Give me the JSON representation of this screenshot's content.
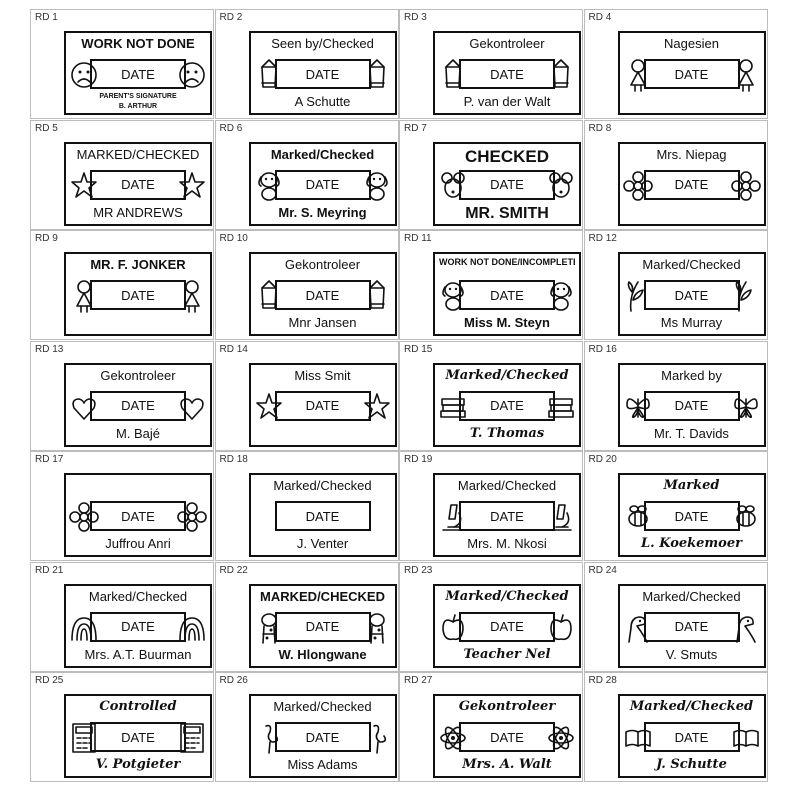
{
  "date_label": "DATE",
  "stamps": [
    {
      "id": "RD 1",
      "top": "WORK NOT DONE",
      "bottom": "PARENT'S SIGNATURE",
      "extra": "B. ARTHUR",
      "style": "bold",
      "deco": "sad-face-icon"
    },
    {
      "id": "RD 2",
      "top": "Seen by/Checked",
      "bottom": "A Schutte",
      "extra": "",
      "style": "plain",
      "deco": "pencil-icon"
    },
    {
      "id": "RD 3",
      "top": "Gekontroleer",
      "bottom": "P. van der Walt",
      "extra": "",
      "style": "plain",
      "deco": "pencil-icon"
    },
    {
      "id": "RD 4",
      "top": "Nagesien",
      "bottom": "",
      "extra": "",
      "style": "plain",
      "deco": "girl-icon"
    },
    {
      "id": "RD 5",
      "top": "MARKED/CHECKED",
      "bottom": "MR ANDREWS",
      "extra": "",
      "style": "plain",
      "deco": "star-icon"
    },
    {
      "id": "RD 6",
      "top": "Marked/Checked",
      "bottom": "Mr. S. Meyring",
      "extra": "",
      "style": "bold",
      "deco": "dog-icon"
    },
    {
      "id": "RD 7",
      "top": "CHECKED",
      "bottom": "MR. SMITH",
      "extra": "",
      "style": "bold",
      "deco": "mouse-icon"
    },
    {
      "id": "RD 8",
      "top": "Mrs. Niepag",
      "bottom": "",
      "extra": "",
      "style": "plain",
      "deco": "flower-icon"
    },
    {
      "id": "RD 9",
      "top": "MR. F. JONKER",
      "bottom": "",
      "extra": "",
      "style": "bold",
      "deco": "girl-icon"
    },
    {
      "id": "RD 10",
      "top": "Gekontroleer",
      "bottom": "Mnr Jansen",
      "extra": "",
      "style": "plain",
      "deco": "pencil-icon"
    },
    {
      "id": "RD 11",
      "top": "WORK NOT DONE/INCOMPLETE",
      "bottom": "Miss M. Steyn",
      "extra": "",
      "style": "bold",
      "deco": "dog-icon"
    },
    {
      "id": "RD 12",
      "top": "Marked/Checked",
      "bottom": "Ms Murray",
      "extra": "",
      "style": "plain",
      "deco": "leaf-icon"
    },
    {
      "id": "RD 13",
      "top": "Gekontroleer",
      "bottom": "M. Bajé",
      "extra": "",
      "style": "plain",
      "deco": "heart-icon"
    },
    {
      "id": "RD 14",
      "top": "Miss Smit",
      "bottom": "",
      "extra": "",
      "style": "plain",
      "deco": "star-icon"
    },
    {
      "id": "RD 15",
      "top": "Marked/Checked",
      "bottom": "T. Thomas",
      "extra": "",
      "style": "script",
      "deco": "books-icon"
    },
    {
      "id": "RD 16",
      "top": "Marked by",
      "bottom": "Mr. T. Davids",
      "extra": "",
      "style": "plain",
      "deco": "butterfly-icon"
    },
    {
      "id": "RD 17",
      "top": "",
      "bottom": "Juffrou Anri",
      "extra": "",
      "style": "plain",
      "deco": "flower-icon"
    },
    {
      "id": "RD 18",
      "top": "Marked/Checked",
      "bottom": "J. Venter",
      "extra": "",
      "style": "plain",
      "deco": ""
    },
    {
      "id": "RD 19",
      "top": "Marked/Checked",
      "bottom": "Mrs. M. Nkosi",
      "extra": "",
      "style": "plain",
      "deco": "microscope-icon"
    },
    {
      "id": "RD 20",
      "top": "Marked",
      "bottom": "L. Koekemoer",
      "extra": "",
      "style": "script",
      "deco": "bee-icon"
    },
    {
      "id": "RD 21",
      "top": "Marked/Checked",
      "bottom": "Mrs. A.T. Buurman",
      "extra": "",
      "style": "plain",
      "deco": "rainbow-icon"
    },
    {
      "id": "RD 22",
      "top": "MARKED/CHECKED",
      "bottom": "W. Hlongwane",
      "extra": "",
      "style": "bold",
      "deco": "giraffe-icon"
    },
    {
      "id": "RD 23",
      "top": "Marked/Checked",
      "bottom": "Teacher Nel",
      "extra": "",
      "style": "script",
      "deco": "apple-icon"
    },
    {
      "id": "RD 24",
      "top": "Marked/Checked",
      "bottom": "V. Smuts",
      "extra": "",
      "style": "plain",
      "deco": "dinosaur-icon"
    },
    {
      "id": "RD 25",
      "top": "Controlled",
      "bottom": "V. Potgieter",
      "extra": "",
      "style": "script",
      "deco": "calculator-icon"
    },
    {
      "id": "RD 26",
      "top": "Marked/Checked",
      "bottom": "Miss Adams",
      "extra": "",
      "style": "plain",
      "deco": "flamingo-icon"
    },
    {
      "id": "RD 27",
      "top": "Gekontroleer",
      "bottom": "Mrs. A. Walt",
      "extra": "",
      "style": "script",
      "deco": "atom-icon"
    },
    {
      "id": "RD 28",
      "top": "Marked/Checked",
      "bottom": "J. Schutte",
      "extra": "",
      "style": "script",
      "deco": "book-icon"
    }
  ]
}
